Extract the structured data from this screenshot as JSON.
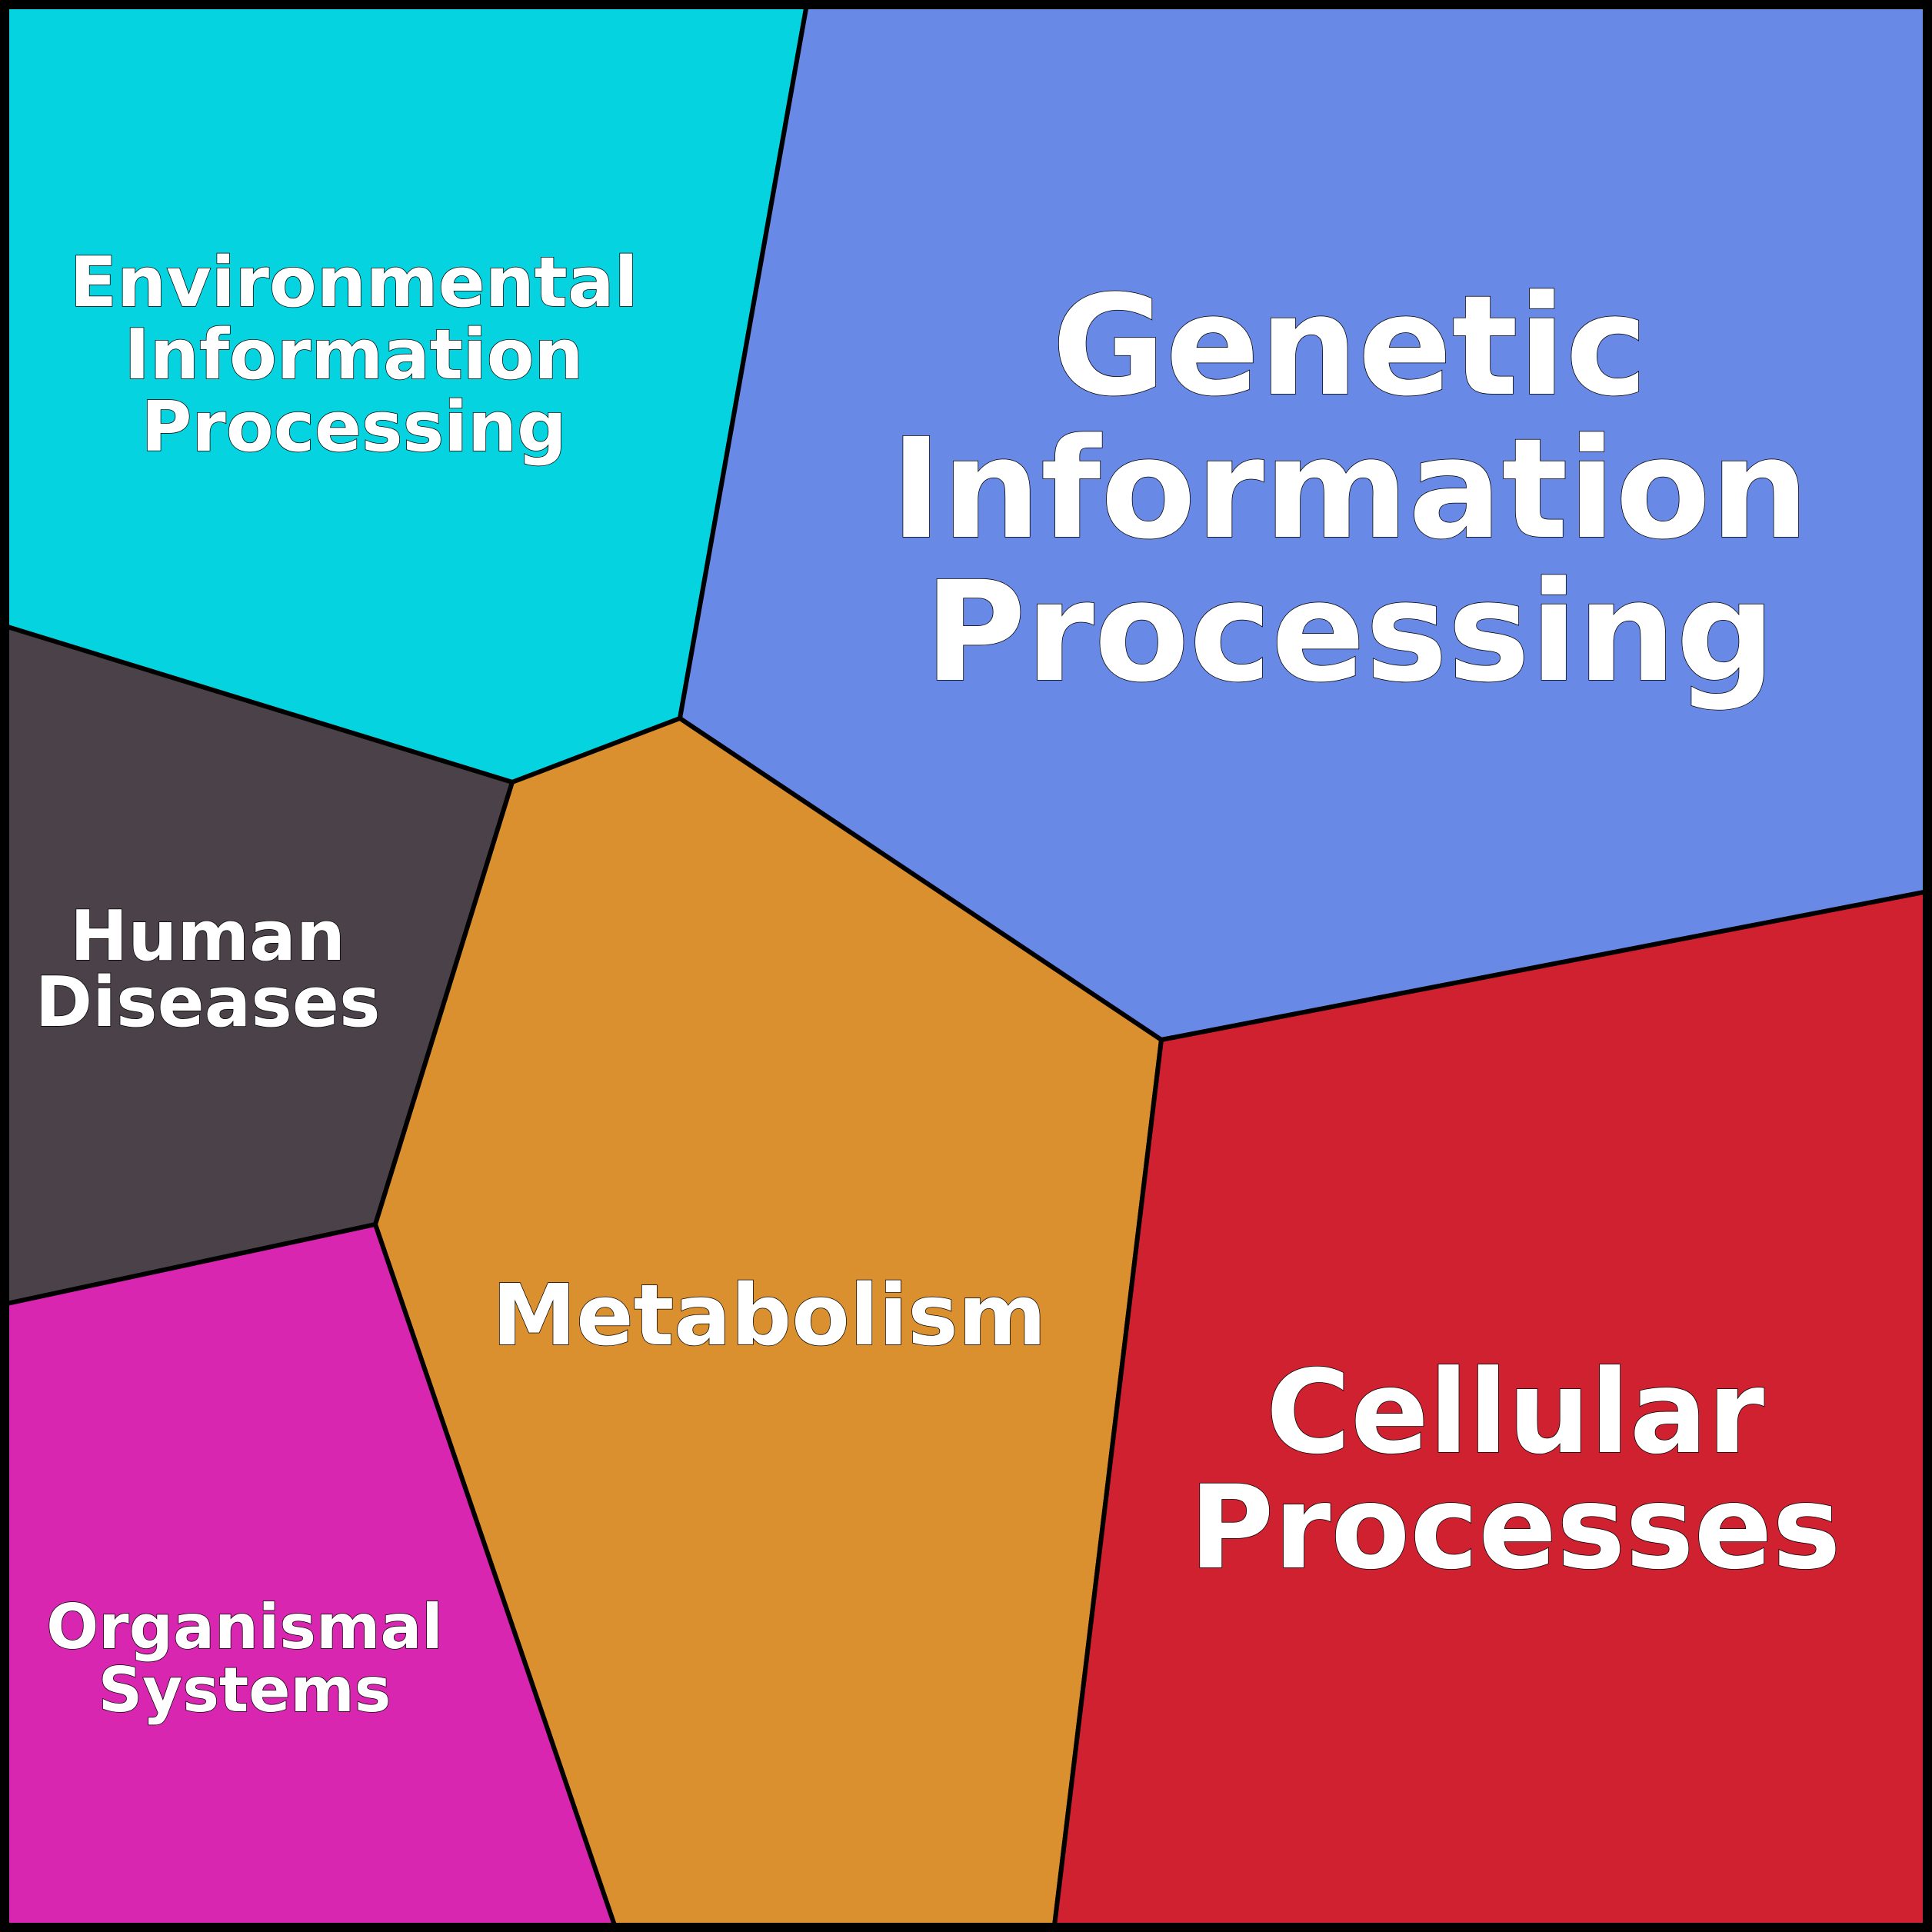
{
  "diagram": {
    "regions": [
      {
        "id": "environmental-information-processing",
        "label_lines": [
          "Environmental",
          "Information",
          "Processing"
        ],
        "color": "#05D3DF"
      },
      {
        "id": "genetic-information-processing",
        "label_lines": [
          "Genetic",
          "Information",
          "Processing"
        ],
        "color": "#6889E5"
      },
      {
        "id": "human-diseases",
        "label_lines": [
          "Human",
          "Diseases"
        ],
        "color": "#4B4249"
      },
      {
        "id": "metabolism",
        "label_lines": [
          "Metabolism"
        ],
        "color": "#DB9030"
      },
      {
        "id": "cellular-processes",
        "label_lines": [
          "Cellular",
          "Processes"
        ],
        "color": "#D02130"
      },
      {
        "id": "organismal-systems",
        "label_lines": [
          "Organismal",
          "Systems"
        ],
        "color": "#D826B0"
      }
    ]
  }
}
